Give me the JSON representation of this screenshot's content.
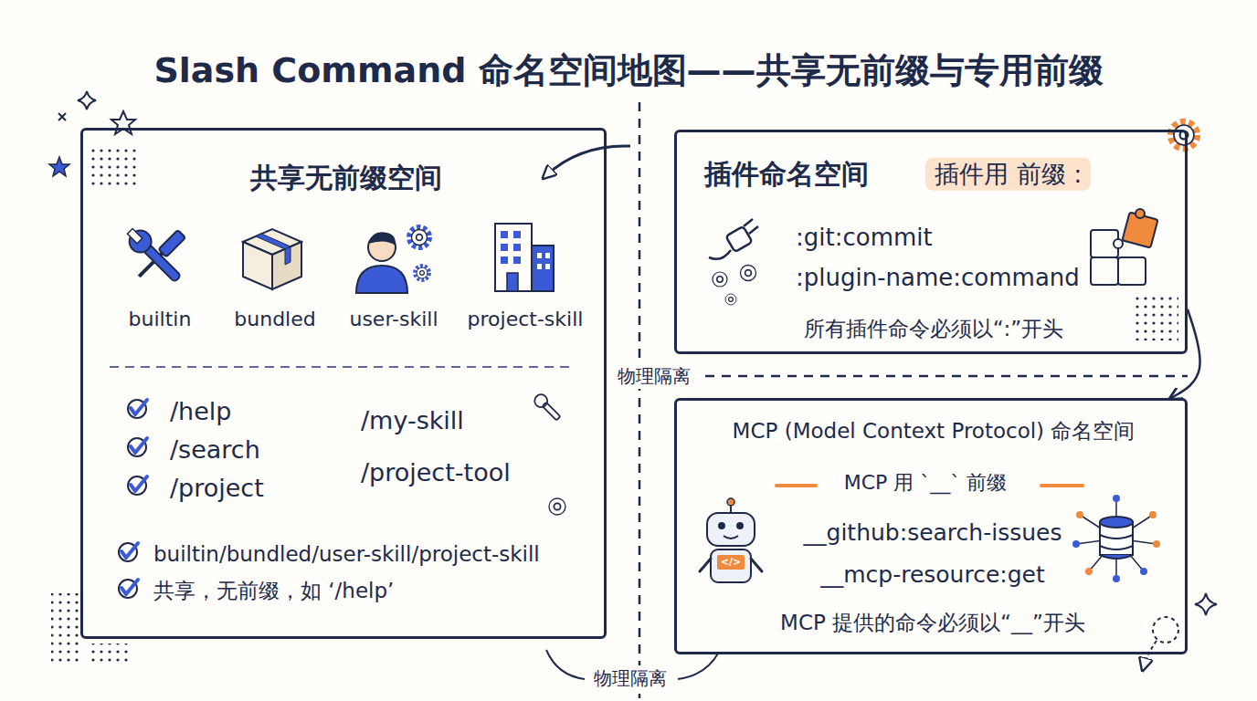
{
  "diagram": {
    "title": "Slash Command 命名空间地图——共享无前缀与专用前缀",
    "nodes": [
      {
        "text": [
          "共享无前缀空间",
          "builtin",
          "bundled",
          "user-skill",
          "project-skill",
          "/help",
          "/search",
          "/project",
          "/my-skill",
          "/project-tool",
          "builtin/bundled/user-skill/project-skill",
          "共享，无前缀，如 ‘/help’"
        ]
      },
      {
        "text": [
          "插件命名空间",
          "插件用 前缀 :",
          ":git:commit",
          ":plugin-name:command",
          "所有插件命令必须以“:”开头"
        ]
      },
      {
        "text": [
          "MCP (Model Context Protocol) 命名空间",
          "MCP 用 `__` 前缀",
          "__github:search-issues",
          "__mcp-resource:get",
          "MCP 提供的命令必须以“__”开头"
        ]
      }
    ],
    "edges": [
      {
        "from": 1,
        "to": 2,
        "arrow": "to"
      }
    ],
    "labels": [
      "物理隔离",
      "物理隔离",
      "</>"
    ]
  }
}
